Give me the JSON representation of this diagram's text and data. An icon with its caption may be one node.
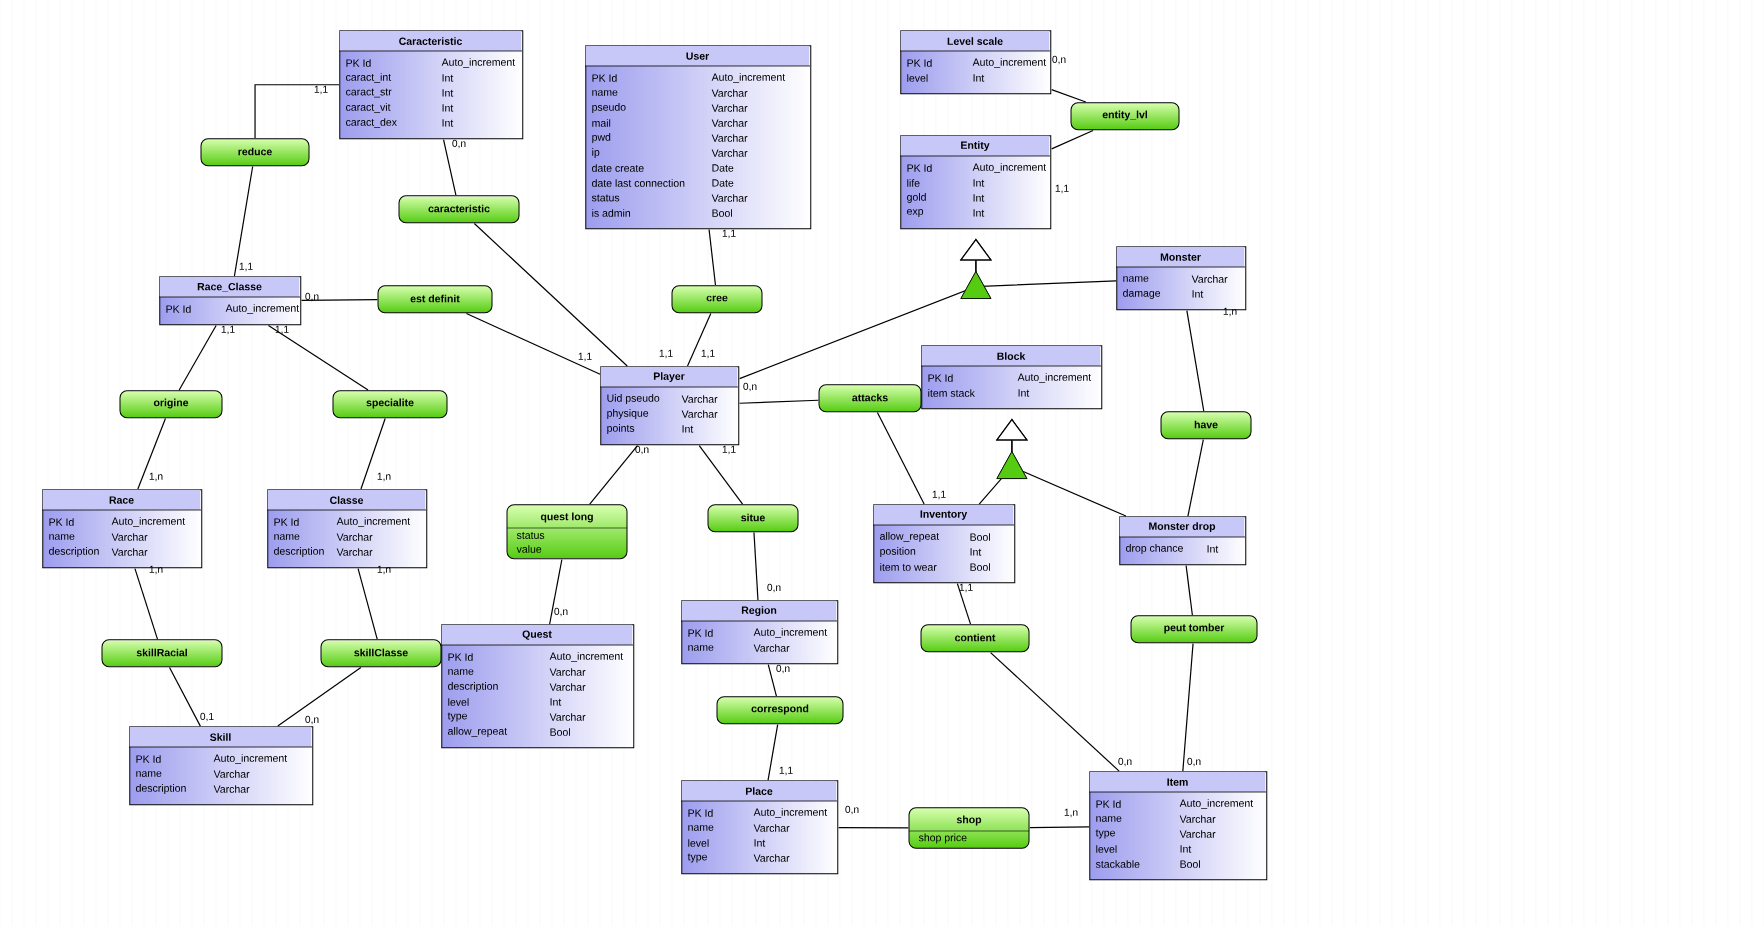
{
  "diagram": {
    "nodes": [
      {
        "text": [
          "Caracteristic",
          "PK Id",
          "Auto_increment",
          "caract_int",
          "Int",
          "caract_str",
          "Int",
          "caract_vit",
          "Int",
          "caract_dex",
          "Int"
        ]
      },
      {
        "text": [
          "User",
          "PK Id",
          "Auto_increment",
          "name",
          "Varchar",
          "pseudo",
          "Varchar",
          "mail",
          "Varchar",
          "pwd",
          "Varchar",
          "ip",
          "Varchar",
          "date create",
          "Date",
          "date last connection",
          "Date",
          "status",
          "Varchar",
          "is admin",
          "Bool"
        ]
      },
      {
        "text": [
          "Level scale",
          "PK Id",
          "Auto_increment",
          "level",
          "Int"
        ]
      },
      {
        "text": [
          "reduce"
        ]
      },
      {
        "text": [
          "caracteristic"
        ]
      },
      {
        "text": [
          "entity_lvl"
        ]
      },
      {
        "text": [
          "Entity",
          "PK Id",
          "Auto_increment",
          "life",
          "Int",
          "gold",
          "Int",
          "exp",
          "Int"
        ]
      },
      {
        "text": [
          "Monster",
          "name",
          "Varchar",
          "damage",
          "Int"
        ]
      },
      {
        "text": [
          "Race_Classe",
          "PK Id",
          "Auto_increment"
        ]
      },
      {
        "text": [
          "est definit"
        ]
      },
      {
        "text": [
          "cree"
        ]
      },
      {
        "text": [
          "Player",
          "Uid pseudo",
          "Varchar",
          "physique",
          "Varchar",
          "points",
          "Int"
        ]
      },
      {
        "text": [
          "Block",
          "PK Id",
          "Auto_increment",
          "item stack",
          "Int"
        ]
      },
      {
        "text": [
          "origine"
        ]
      },
      {
        "text": [
          "specialite"
        ]
      },
      {
        "text": [
          "attacks"
        ]
      },
      {
        "text": [
          "have"
        ]
      },
      {
        "text": [
          "Race",
          "PK Id",
          "Auto_increment",
          "name",
          "Varchar",
          "description",
          "Varchar"
        ]
      },
      {
        "text": [
          "Classe",
          "PK Id",
          "Auto_increment",
          "name",
          "Varchar",
          "description",
          "Varchar"
        ]
      },
      {
        "text": [
          "quest long",
          "status",
          "value"
        ]
      },
      {
        "text": [
          "situe"
        ]
      },
      {
        "text": [
          "Inventory",
          "allow_repeat",
          "Bool",
          "position",
          "Int",
          "item to wear",
          "Bool"
        ]
      },
      {
        "text": [
          "Monster drop",
          "drop chance",
          "Int"
        ]
      },
      {
        "text": [
          "Region",
          "PK Id",
          "Auto_increment",
          "name",
          "Varchar"
        ]
      },
      {
        "text": [
          "peut tomber"
        ]
      },
      {
        "text": [
          "contient"
        ]
      },
      {
        "text": [
          "Quest",
          "PK Id",
          "Auto_increment",
          "name",
          "Varchar",
          "description",
          "Varchar",
          "level",
          "Int",
          "type",
          "Varchar",
          "allow_repeat",
          "Bool"
        ]
      },
      {
        "text": [
          "skillRacial"
        ]
      },
      {
        "text": [
          "skillClasse"
        ]
      },
      {
        "text": [
          "correspond"
        ]
      },
      {
        "text": [
          "Skill",
          "PK Id",
          "Auto_increment",
          "name",
          "Varchar",
          "description",
          "Varchar"
        ]
      },
      {
        "text": [
          "Place",
          "PK Id",
          "Auto_increment",
          "name",
          "Varchar",
          "level",
          "Int",
          "type",
          "Varchar"
        ]
      },
      {
        "text": [
          "shop",
          "shop price"
        ]
      },
      {
        "text": [
          "Item",
          "PK Id",
          "Auto_increment",
          "name",
          "Varchar",
          "type",
          "Varchar",
          "level",
          "Int",
          "stackable",
          "Bool"
        ]
      }
    ],
    "edges": [
      {
        "from": 0,
        "to": 3,
        "arrow": "none"
      },
      {
        "from": 3,
        "to": 8,
        "arrow": "none"
      },
      {
        "from": 0,
        "to": 4,
        "arrow": "none"
      },
      {
        "from": 4,
        "to": 11,
        "arrow": "none"
      },
      {
        "from": 8,
        "to": 9,
        "arrow": "none"
      },
      {
        "from": 9,
        "to": 11,
        "arrow": "none"
      },
      {
        "from": 8,
        "to": 13,
        "arrow": "none"
      },
      {
        "from": 13,
        "to": 17,
        "arrow": "none"
      },
      {
        "from": 8,
        "to": 14,
        "arrow": "none"
      },
      {
        "from": 14,
        "to": 18,
        "arrow": "none"
      },
      {
        "from": 1,
        "to": 10,
        "arrow": "none"
      },
      {
        "from": 10,
        "to": 11,
        "arrow": "none"
      },
      {
        "from": 2,
        "to": 5,
        "arrow": "none"
      },
      {
        "from": 5,
        "to": 6,
        "arrow": "none"
      },
      {
        "from": 11,
        "to": 15,
        "arrow": "none"
      },
      {
        "from": 15,
        "to": 21,
        "arrow": "none"
      },
      {
        "from": 7,
        "to": 16,
        "arrow": "none"
      },
      {
        "from": 16,
        "to": 22,
        "arrow": "none"
      },
      {
        "from": 11,
        "to": 19,
        "arrow": "none"
      },
      {
        "from": 19,
        "to": 26,
        "arrow": "none"
      },
      {
        "from": 11,
        "to": 20,
        "arrow": "none"
      },
      {
        "from": 20,
        "to": 23,
        "arrow": "none"
      },
      {
        "from": 21,
        "to": 25,
        "arrow": "none"
      },
      {
        "from": 25,
        "to": 33,
        "arrow": "none"
      },
      {
        "from": 22,
        "to": 24,
        "arrow": "none"
      },
      {
        "from": 24,
        "to": 33,
        "arrow": "none"
      },
      {
        "from": 17,
        "to": 27,
        "arrow": "none"
      },
      {
        "from": 27,
        "to": 30,
        "arrow": "none"
      },
      {
        "from": 18,
        "to": 28,
        "arrow": "none"
      },
      {
        "from": 28,
        "to": 30,
        "arrow": "none"
      },
      {
        "from": 23,
        "to": 29,
        "arrow": "none"
      },
      {
        "from": 29,
        "to": 31,
        "arrow": "none"
      },
      {
        "from": 31,
        "to": 32,
        "arrow": "none"
      },
      {
        "from": 32,
        "to": 33,
        "arrow": "none"
      },
      {
        "from": 11,
        "to": 6,
        "arrow": "to"
      },
      {
        "from": 7,
        "to": 6,
        "arrow": "to"
      },
      {
        "from": 21,
        "to": 12,
        "arrow": "to"
      },
      {
        "from": 22,
        "to": 12,
        "arrow": "to"
      }
    ],
    "labels": [
      "1,1",
      "0,n",
      "1,1",
      "0,n",
      "1,1",
      "1,1",
      "1,1",
      "1,1",
      "1,1",
      "1,1",
      "0,n",
      "1,1",
      "1,n",
      "0,n",
      "0,n",
      "1,1",
      "1,n",
      "1,n",
      "1,n",
      "1,n",
      "0,1",
      "0,n",
      "0,n",
      "0,n",
      "0,n",
      "1,1",
      "0,n",
      "1,n",
      "1,1",
      "1,1",
      "0,n",
      "0,n"
    ]
  }
}
